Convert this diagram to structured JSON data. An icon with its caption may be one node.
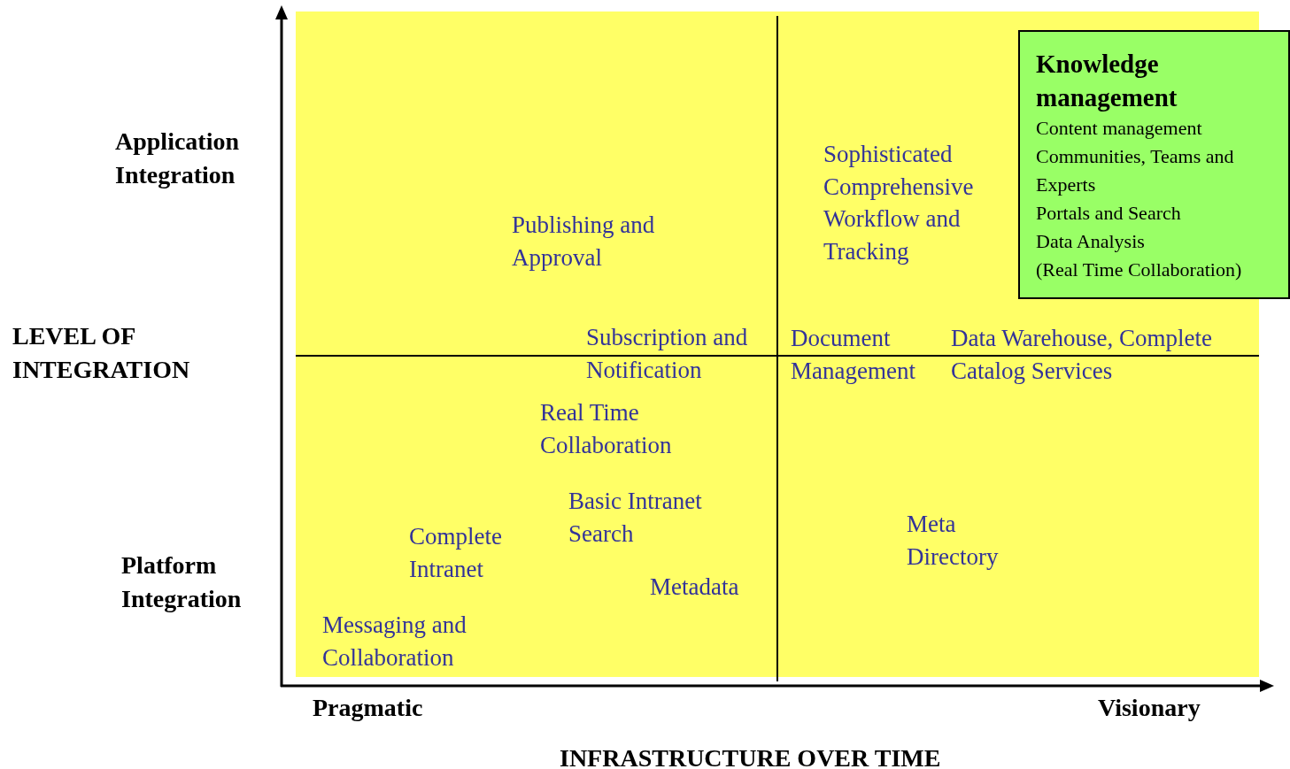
{
  "diagram": {
    "nodes": [
      {
        "text": [
          "Knowledge management",
          "Content management",
          "Communities, Teams and Experts",
          "Portals and Search",
          "Data Analysis",
          "(Real Time Collaboration)"
        ]
      }
    ],
    "labels": [
      "Application Integration",
      "LEVEL OF INTEGRATION",
      "Platform Integration",
      "Publishing and Approval",
      "Sophisticated Comprehensive Workflow and Tracking",
      "Subscription and Notification",
      "Document Management",
      "Data Warehouse, Complete Catalog Services",
      "Real Time Collaboration",
      "Basic Intranet Search",
      "Complete Intranet",
      "Meta Directory",
      "Metadata",
      "Messaging and Collaboration",
      "Pragmatic",
      "Visionary",
      "INFRASTRUCTURE OVER TIME"
    ]
  }
}
